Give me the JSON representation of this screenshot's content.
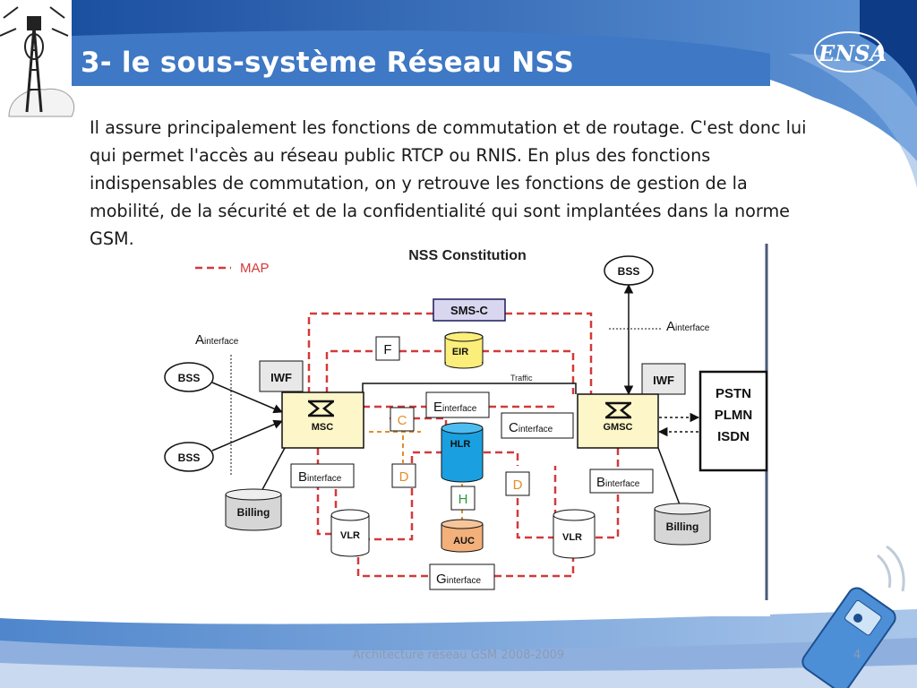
{
  "slide": {
    "title": "3- le sous-système Réseau NSS",
    "logo_text": "ENSA",
    "paragraph_lines": [
      "Il assure principalement les fonctions de commutation et de routage. C'est donc lui",
      "qui permet l'accès au réseau public RTCP ou RNIS. En plus des fonctions",
      "indispensables de commutation, on y retrouve les fonctions de gestion de la",
      "mobilité, de la sécurité et de la confidentialité qui sont implantées dans la norme",
      "GSM."
    ],
    "footer": "Architecture réseau GSM 2008-2009",
    "slide_number": "4"
  },
  "diagram": {
    "title": "NSS Constitution",
    "legend_label": "MAP",
    "nodes": {
      "sms_c": "SMS-C",
      "eir": "EIR",
      "hlr": "HLR",
      "auc": "AUC",
      "msc": "MSC",
      "gmsc": "GMSC",
      "iwf_left": "IWF",
      "iwf_right": "IWF",
      "bss_top": "BSS",
      "bss_left1": "BSS",
      "bss_left2": "BSS",
      "billing_left": "Billing",
      "billing_right": "Billing",
      "vlr_left": "VLR",
      "vlr_right": "VLR",
      "pstn": "PSTN",
      "plmn": "PLMN",
      "isdn": "ISDN"
    },
    "interfaces": {
      "a_main": "A",
      "a_sub": "interface",
      "b_main": "B",
      "b_sub": "interface",
      "c_main": "C",
      "c_sub": "interface",
      "e_main": "E",
      "e_sub": "interface",
      "g_main": "G",
      "g_sub": "interface",
      "f": "F",
      "c": "C",
      "d": "D",
      "h": "H",
      "traffic": "Traffic"
    },
    "colors": {
      "map_line": "#d23a3a",
      "orange_line": "#e0902a",
      "switch_fill": "#fdf6c8",
      "hlr_fill": "#1aa0e0",
      "eir_fill": "#fbee7a",
      "auc_fill": "#f3b07a",
      "sms_fill": "#d9d6f0"
    }
  }
}
